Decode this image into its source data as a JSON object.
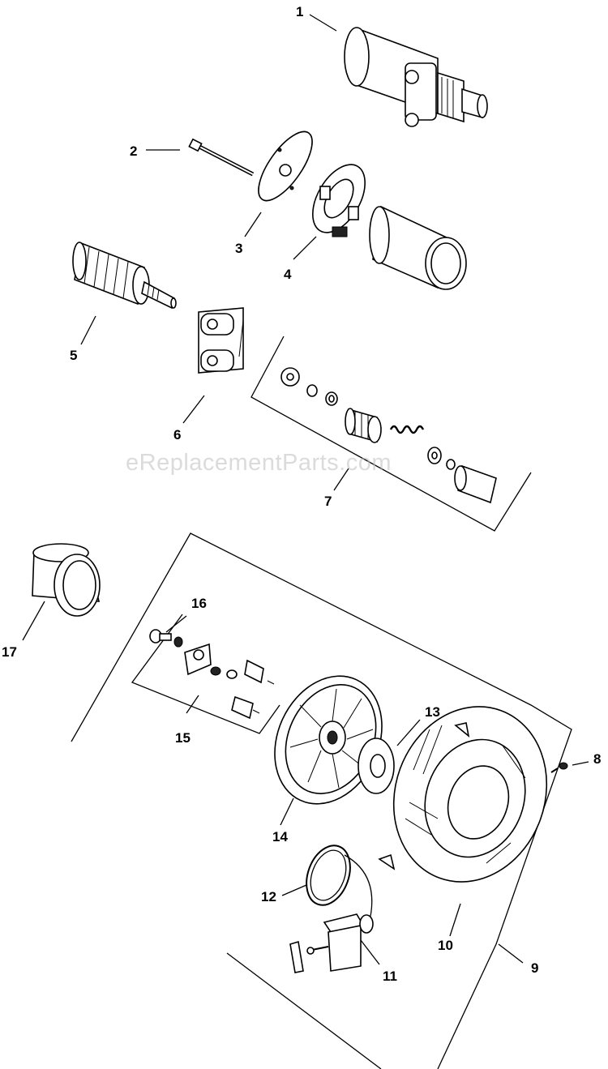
{
  "watermark": "eReplacementParts.com",
  "callouts": [
    {
      "id": "1",
      "label": "1"
    },
    {
      "id": "2",
      "label": "2"
    },
    {
      "id": "3",
      "label": "3"
    },
    {
      "id": "4",
      "label": "4"
    },
    {
      "id": "5",
      "label": "5"
    },
    {
      "id": "6",
      "label": "6"
    },
    {
      "id": "7",
      "label": "7"
    },
    {
      "id": "8",
      "label": "8"
    },
    {
      "id": "9",
      "label": "9"
    },
    {
      "id": "10",
      "label": "10"
    },
    {
      "id": "11",
      "label": "11"
    },
    {
      "id": "12",
      "label": "12"
    },
    {
      "id": "13",
      "label": "13"
    },
    {
      "id": "14",
      "label": "14"
    },
    {
      "id": "15",
      "label": "15"
    },
    {
      "id": "16",
      "label": "16"
    },
    {
      "id": "17",
      "label": "17"
    }
  ]
}
